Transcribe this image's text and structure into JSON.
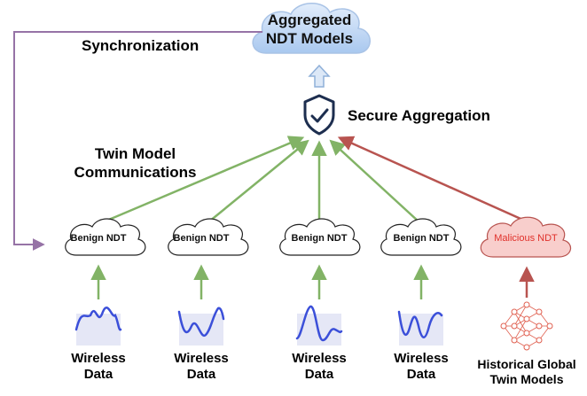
{
  "title_cloud": {
    "line1": "Aggregated",
    "line2": "NDT Models"
  },
  "labels": {
    "synchronization": "Synchronization",
    "secure_aggregation": "Secure Aggregation",
    "twin_comm_line1": "Twin Model",
    "twin_comm_line2": "Communications"
  },
  "nodes": [
    {
      "label": "Benign NDT",
      "data_line1": "Wireless",
      "data_line2": "Data"
    },
    {
      "label": "Benign NDT",
      "data_line1": "Wireless",
      "data_line2": "Data"
    },
    {
      "label": "Benign NDT",
      "data_line1": "Wireless",
      "data_line2": "Data"
    },
    {
      "label": "Benign NDT",
      "data_line1": "Wireless",
      "data_line2": "Data"
    },
    {
      "label": "Malicious NDT",
      "data_line1": "Historical Global",
      "data_line2": "Twin Models"
    }
  ],
  "colors": {
    "benign_arrow": "#82b366",
    "malicious_arrow": "#b85450",
    "sync_line": "#9673a6",
    "cloud_fill": "#c7dcf5",
    "malicious_fill": "#f8cecc",
    "malicious_text": "#e0302a",
    "signal_line": "#3b4fd9",
    "shield_color": "#1d2e4f"
  },
  "icons": [
    "cloud-icon",
    "shield-check-icon",
    "arrow-up-icon",
    "signal-wave-icon",
    "neural-network-icon"
  ]
}
